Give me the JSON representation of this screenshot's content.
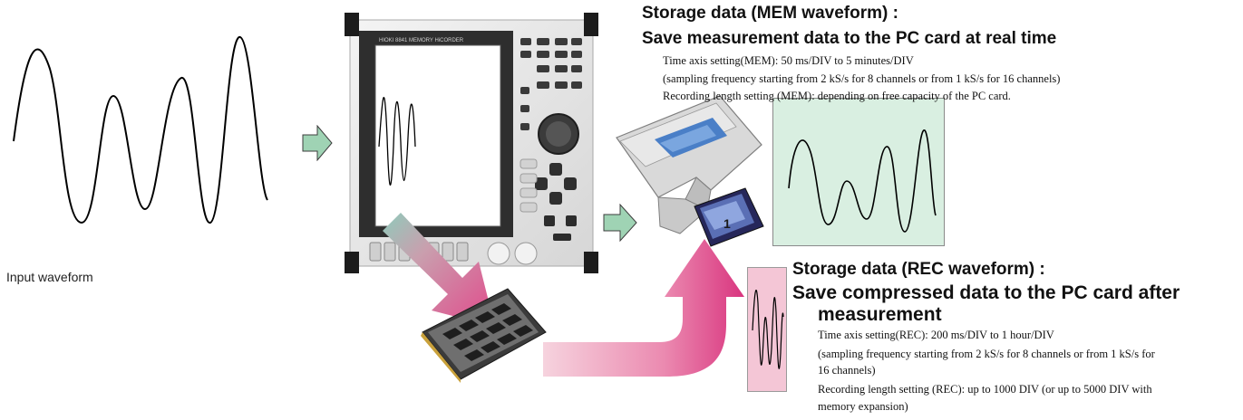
{
  "input": {
    "label": "Input waveform"
  },
  "device": {
    "brand": "HIOKI 8841 MEMORY HiCORDER"
  },
  "mem": {
    "title": "Storage data (MEM waveform) :",
    "subtitle": "Save measurement data to the PC card at real time",
    "lines": [
      "Time axis setting(MEM): 50 ms/DIV to 5 minutes/DIV",
      "(sampling frequency starting from 2 kS/s for 8 channels or from 1 kS/s for 16 channels)",
      "Recording length setting (MEM): depending on free capacity of the PC card."
    ]
  },
  "rec": {
    "title": "Storage data (REC waveform) :",
    "subtitle_line1": "Save compressed data to the PC card after",
    "subtitle_line2": "measurement",
    "lines": [
      "Time axis setting(REC): 200 ms/DIV to 1 hour/DIV",
      "(sampling frequency starting from 2 kS/s for 8 channels or from 1 kS/s for",
      "16 channels)",
      "Recording length setting (REC): up to 1000 DIV (or up to 5000 DIV with",
      "memory expansion)"
    ]
  },
  "colors": {
    "green_arrow": "#9fd3b4",
    "mem_panel": "#d9efe1",
    "rec_panel": "#f4c6d6",
    "magenta_arrow": "#e0558f",
    "device_body": "#e9e9e9"
  },
  "icons": [
    "sine-waveform-icon",
    "recorder-device-icon",
    "pc-card-icon",
    "compact-flash-icon",
    "memory-board-icon",
    "right-arrow-icon",
    "curved-arrow-icon"
  ]
}
